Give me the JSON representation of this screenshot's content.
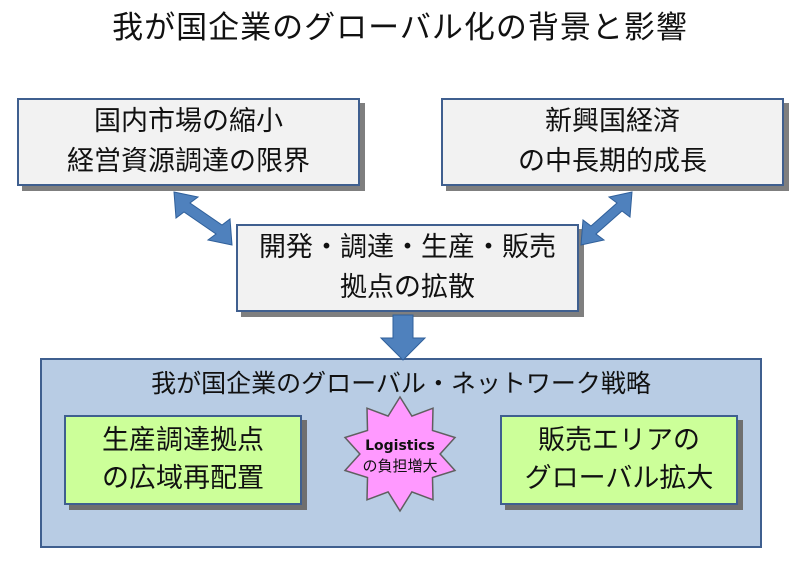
{
  "title": "我が国企業のグローバル化の背景と影響",
  "top_left_box": {
    "line1": "国内市場の縮小",
    "line2": "経営資源調達の限界"
  },
  "top_right_box": {
    "line1": "新興国経済",
    "line2": "の中長期的成長"
  },
  "middle_box": {
    "line1": "開発・調達・生産・販売",
    "line2": "拠点の拡散"
  },
  "network_panel": {
    "title": "我が国企業のグローバル・ネットワーク戦略",
    "left_box": {
      "line1": "生産調達拠点",
      "line2": "の広域再配置"
    },
    "right_box": {
      "line1": "販売エリアの",
      "line2": "グローバル拡大"
    },
    "star": {
      "line1": "Logistics",
      "line2": "の負担増大"
    }
  },
  "colors": {
    "box_fill": "#f2f2f2",
    "box_border": "#3f5f8f",
    "arrow": "#4f81bd",
    "panel_fill": "#b8cce4",
    "green_fill": "#ccff99",
    "star_fill": "#ff99ff"
  }
}
